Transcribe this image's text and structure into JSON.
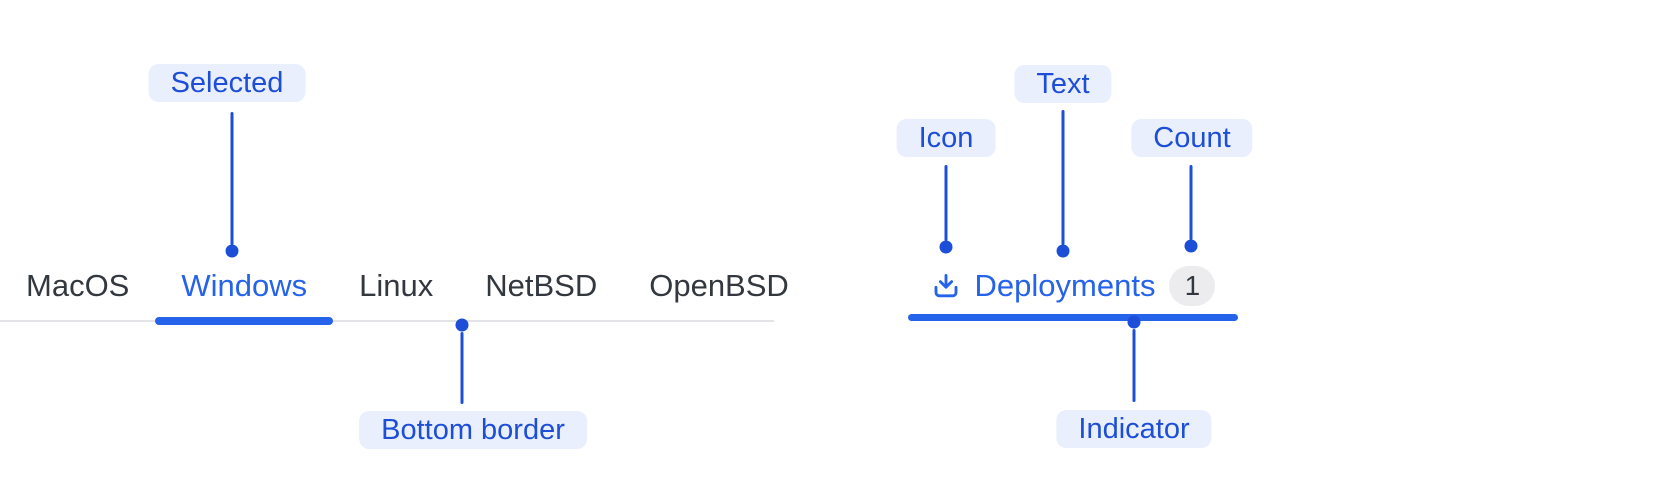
{
  "colors": {
    "background": "#ffffff",
    "annotation_blue": "#1d4ed8",
    "accent_blue": "#2563eb",
    "pill_bg": "#e9effc",
    "tab_text": "#33383f",
    "border_gray": "#e2e4e8",
    "badge_bg": "#ececee",
    "badge_text": "#33383f"
  },
  "tab_list_example": {
    "tabs": [
      {
        "label": "MacOS",
        "selected": false
      },
      {
        "label": "Windows",
        "selected": true
      },
      {
        "label": "Linux",
        "selected": false
      },
      {
        "label": "NetBSD",
        "selected": false
      },
      {
        "label": "OpenBSD",
        "selected": false
      }
    ],
    "callouts": {
      "selected": "Selected",
      "bottom_border": "Bottom border"
    }
  },
  "tab_anatomy_example": {
    "tab": {
      "icon": "download-icon",
      "label": "Deployments",
      "count": "1"
    },
    "callouts": {
      "icon": "Icon",
      "text": "Text",
      "count": "Count",
      "indicator": "Indicator"
    }
  }
}
